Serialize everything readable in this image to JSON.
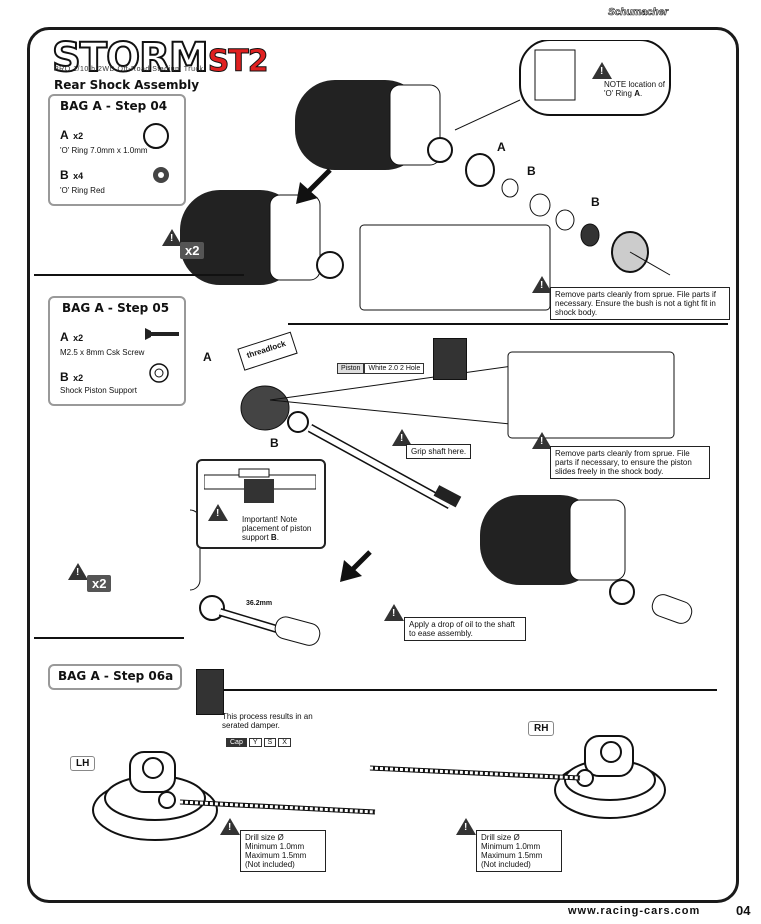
{
  "brand": "Schumacher",
  "logo": {
    "main": "STORM",
    "suffix": "ST2"
  },
  "subtitle": "PRO 1/10th 2WD Off-Road Stadium Truck",
  "section_title": "Rear Shock Assembly",
  "step04": {
    "title": "BAG A - Step 04",
    "parts": [
      {
        "letter": "A",
        "qty": "x2",
        "desc": "'O' Ring 7.0mm x 1.0mm"
      },
      {
        "letter": "B",
        "qty": "x4",
        "desc": "'O' Ring Red"
      }
    ],
    "note_location": "NOTE location of 'O' Ring",
    "note_location_letter": "A",
    "note_sprue": "Remove parts cleanly from sprue. File parts if necessary. Ensure the bush is not a tight fit in shock body.",
    "multiplier": "x2",
    "labels": [
      "A",
      "B",
      "B"
    ]
  },
  "step05": {
    "title": "BAG A - Step 05",
    "parts": [
      {
        "letter": "A",
        "qty": "x2",
        "desc": "M2.5 x 8mm Csk Screw"
      },
      {
        "letter": "B",
        "qty": "x2",
        "desc": "Shock Piston Support"
      }
    ],
    "piston_label": "Piston",
    "piston_value": "White 2.0 2 Hole",
    "threadlock": "threadlock",
    "note_sprue": "Remove parts cleanly from sprue. File parts if necessary, to ensure the piston slides freely in the shock body.",
    "grip_note": "Grip shaft here.",
    "important_note": "Important! Note placement of piston support",
    "important_letter": "B",
    "oil_note": "Apply a drop of oil to the shaft to ease assembly.",
    "dimension": "36.2mm",
    "multiplier": "x2",
    "labels": [
      "A",
      "B"
    ]
  },
  "step06a": {
    "title": "BAG A - Step 06a",
    "process_note": "This process results in an serated damper.",
    "cap_label": "Cap",
    "cap_options": [
      "Y",
      "S",
      "X"
    ],
    "lh": "LH",
    "rh": "RH",
    "drill_note_lh": [
      "Drill size Ø",
      "Minimum 1.0mm",
      "Maximum 1.5mm",
      "(Not included)"
    ],
    "drill_note_rh": [
      "Drill size Ø",
      "Minimum 1.0mm",
      "Maximum 1.5mm",
      "(Not included)"
    ]
  },
  "footer": {
    "url": "www.racing-cars.com",
    "page": "04"
  }
}
